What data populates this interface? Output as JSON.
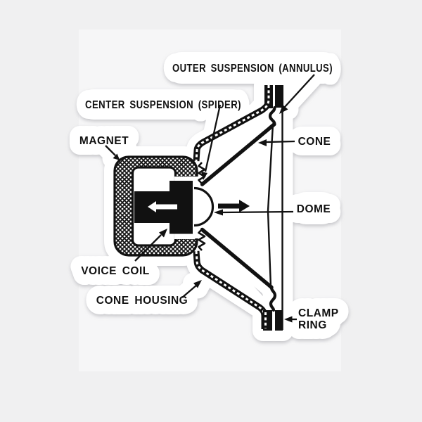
{
  "labels": {
    "outer_suspension": "OUTER SUSPENSION (ANNULUS)",
    "center_suspension": "CENTER SUSPENSION (SPIDER)",
    "magnet": "MAGNET",
    "cone": "CONE",
    "dome": "DOME",
    "voice_coil": "VOICE COIL",
    "cone_housing": "CONE HOUSING",
    "clamp_ring_line1": "CLAMP",
    "clamp_ring_line2": "RING"
  },
  "colors": {
    "background": "#f0f0f1",
    "panel": "#f6f6f7",
    "sticker_white": "#ffffff",
    "ink": "#111111",
    "shadow": "#9a9aa0"
  }
}
